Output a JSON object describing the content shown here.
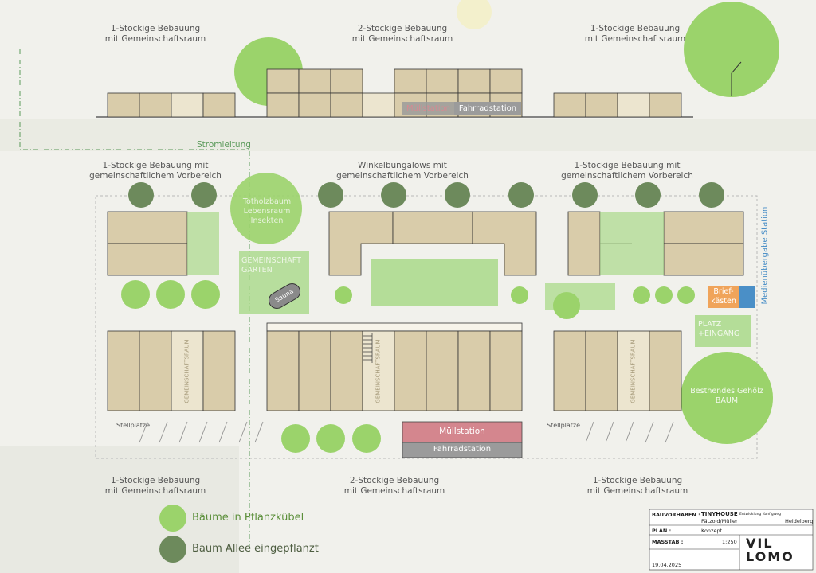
{
  "labels": {
    "top_left": {
      "l1": "1-Stöckige Bebauung",
      "l2": "mit Gemeinschaftsraum"
    },
    "top_mid": {
      "l1": "2-Stöckige Bebauung",
      "l2": "mit Gemeinschaftsraum"
    },
    "top_right": {
      "l1": "1-Stöckige Bebauung",
      "l2": "mit Gemeinschaftsraum"
    },
    "mid_left": {
      "l1": "1-Stöckige Bebauung mit",
      "l2": "gemeinschaftlichem Vorbereich"
    },
    "mid_mid": {
      "l1": "Winkelbungalows mit",
      "l2": "gemeinschaftlichem Vorbereich"
    },
    "mid_right": {
      "l1": "1-Stöckige Bebauung mit",
      "l2": "gemeinschaftlichem Vorbereich"
    },
    "bot_left": {
      "l1": "1-Stöckige Bebauung",
      "l2": "mit Gemeinschaftsraum"
    },
    "bot_mid": {
      "l1": "2-Stöckige Bebauung",
      "l2": "mit Gemeinschaftsraum"
    },
    "bot_right": {
      "l1": "1-Stöckige Bebauung",
      "l2": "mit Gemeinschaftsraum"
    },
    "stromleitung": "Stromleitung",
    "medien": "Medienübergabe Station",
    "totholz": {
      "l1": "Totholzbaum",
      "l2": "Lebensraum",
      "l3": "Insekten"
    },
    "garten": {
      "l1": "GEMEINSCHAFT",
      "l2": "GARTEN"
    },
    "sauna": "Sauna",
    "brief": {
      "l1": "Brief-",
      "l2": "kästen"
    },
    "platz": {
      "l1": "PLATZ",
      "l2": "+EINGANG"
    },
    "gehoelz": {
      "l1": "Besthendes Gehölz",
      "l2": "BAUM"
    },
    "muell_top": "Müllstation",
    "fahrrad_top": "Fahrradstation",
    "muell_bot": "Müllstation",
    "fahrrad_bot": "Fahrradstation",
    "gemeinschaftsraum": "GEMEINSCHAFTSRAUM",
    "stellplaetze": "Stellplätze"
  },
  "legend": {
    "pflanzkuebel": "Bäume in Pflanzkübel",
    "allee": "Baum Allee eingepflanzt"
  },
  "title_block": {
    "bauvorhaben_label": "BAUVORHABEN :",
    "bauvorhaben_value": "TINYHOUSE",
    "bauvorhaben_small": "Entwicklung Konfigweg",
    "authors": "Pätzold/Müller",
    "city": "Heidelberg",
    "plan_label": "PLAN :",
    "plan_value": "Konzept",
    "massstab_label": "MASSTAB :",
    "massstab_value": "1:250",
    "date": "19.04.2025",
    "logo_l1": "VIL",
    "logo_l2": "LOMO"
  },
  "colors": {
    "building": "#d9ccaa",
    "building_light": "#ece5cf",
    "tree_light": "#9bd36b",
    "tree_dark": "#6d8a5c",
    "green_area": "#a9d98a",
    "muell": "#d4868e",
    "fahrrad": "#9b9b9b",
    "brief": "#f0a45a",
    "medien": "#4a8fc7"
  }
}
